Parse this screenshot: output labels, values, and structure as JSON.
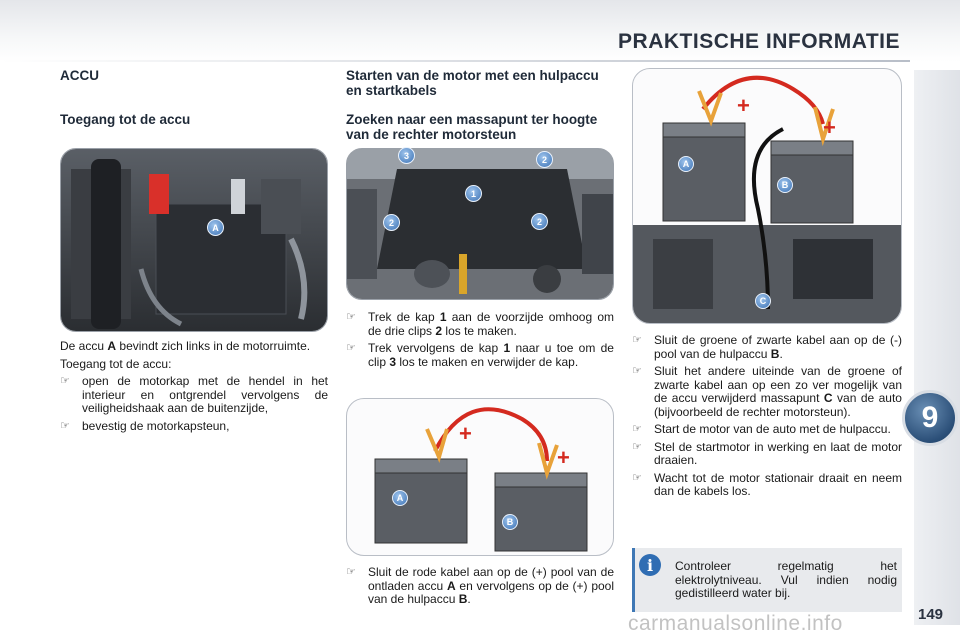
{
  "header": {
    "title": "PRAKTISCHE INFORMATIE"
  },
  "chapter": {
    "number": "9"
  },
  "page_number": "149",
  "watermark": "carmanualsonline.info",
  "col1": {
    "heading": "ACCU",
    "subheading": "Toegang tot de accu",
    "photo_label": "A",
    "para1_a": "De accu",
    "para1_bold": "A",
    "para1_b": "bevindt zich links in de motorruimte.",
    "para2": "Toegang tot de accu:",
    "bullets": [
      "open de motorkap met de hendel in het interieur en ontgrendel vervolgens de veiligheidshaak aan de buitenzijde,",
      "bevestig de motorkapsteun,"
    ]
  },
  "col2": {
    "heading": "Starten van de motor met een hulpaccu en startkabels",
    "subheading": "Zoeken naar een massapunt ter hoogte van de rechter motorsteun",
    "photo_labels": [
      "3",
      "2",
      "1",
      "2",
      "2"
    ],
    "bullet1_a": "Trek de kap",
    "bullet1_bold": "1",
    "bullet1_b": "aan de voorzijde omhoog om de drie clips",
    "bullet1_bold2": "2",
    "bullet1_c": "los te maken.",
    "bullet2_a": "Trek vervolgens de kap",
    "bullet2_bold": "1",
    "bullet2_b": "naar u toe om de clip",
    "bullet2_bold2": "3",
    "bullet2_c": "los te maken en verwijder de kap.",
    "illustration_labels": [
      "A",
      "B"
    ],
    "bullet3_a": "Sluit de rode kabel aan op de (+) pool van de ontladen accu",
    "bullet3_bold": "A",
    "bullet3_b": "en vervolgens op de (+) pool van de hulpaccu",
    "bullet3_bold2": "B",
    "bullet3_c": "."
  },
  "col3": {
    "illustration_labels": [
      "A",
      "B",
      "C"
    ],
    "bullet1_a": "Sluit de groene of zwarte kabel aan op de (-) pool van de hulpaccu",
    "bullet1_bold": "B",
    "bullet1_b": ".",
    "bullet2_a": "Sluit het andere uiteinde van de groene of zwarte kabel aan op een zo ver mogelijk van de accu verwijderd massapunt",
    "bullet2_bold": "C",
    "bullet2_b": "van de auto (bijvoorbeeld de rechter motorsteun).",
    "bullets": [
      "Start de motor van de auto met de hulpaccu.",
      "Stel de startmotor in werking en laat de motor draaien.",
      "Wacht tot de motor stationair draait en neem dan de kabels los."
    ]
  },
  "info": {
    "icon": "info-icon",
    "text": "Controleer regelmatig het elektrolytniveau. Vul indien nodig gedistilleerd water bij."
  },
  "colors": {
    "accent_blue": "#2f6db3",
    "cable_red": "#d42a1f",
    "clamp_orange": "#e8a23a",
    "heading": "#1f2a38"
  }
}
